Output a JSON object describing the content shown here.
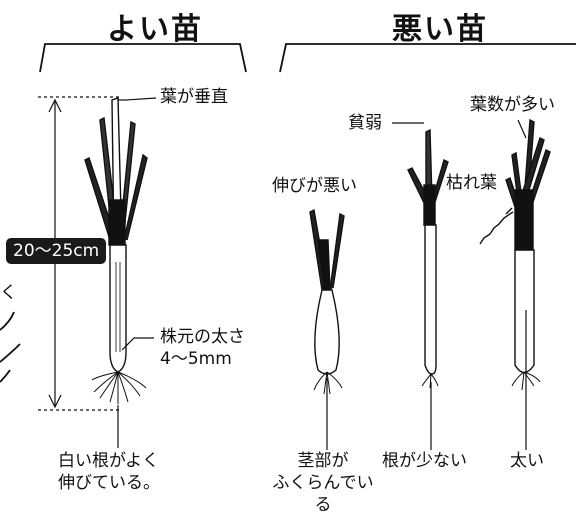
{
  "colors": {
    "ink": "#111111",
    "badge_bg": "#1a1a1a",
    "badge_text": "#ffffff",
    "background": "#ffffff"
  },
  "good": {
    "heading": "よい苗",
    "vertical_leaves": "葉が垂直",
    "height_badge": "20〜25cm",
    "stem_base": "株元の太さ\n4〜5mm",
    "roots": "白い根がよく\n伸びている。",
    "cut_text_left": "く"
  },
  "bad": {
    "heading": "悪い苗",
    "poor_growth": "伸びが悪い",
    "weak": "貧弱",
    "many_leaves": "葉数が多い",
    "withered_leaves": "枯れ葉",
    "stem_swollen": "茎部が\nふくらんでいる",
    "few_roots": "根が少ない",
    "thick": "太い"
  }
}
